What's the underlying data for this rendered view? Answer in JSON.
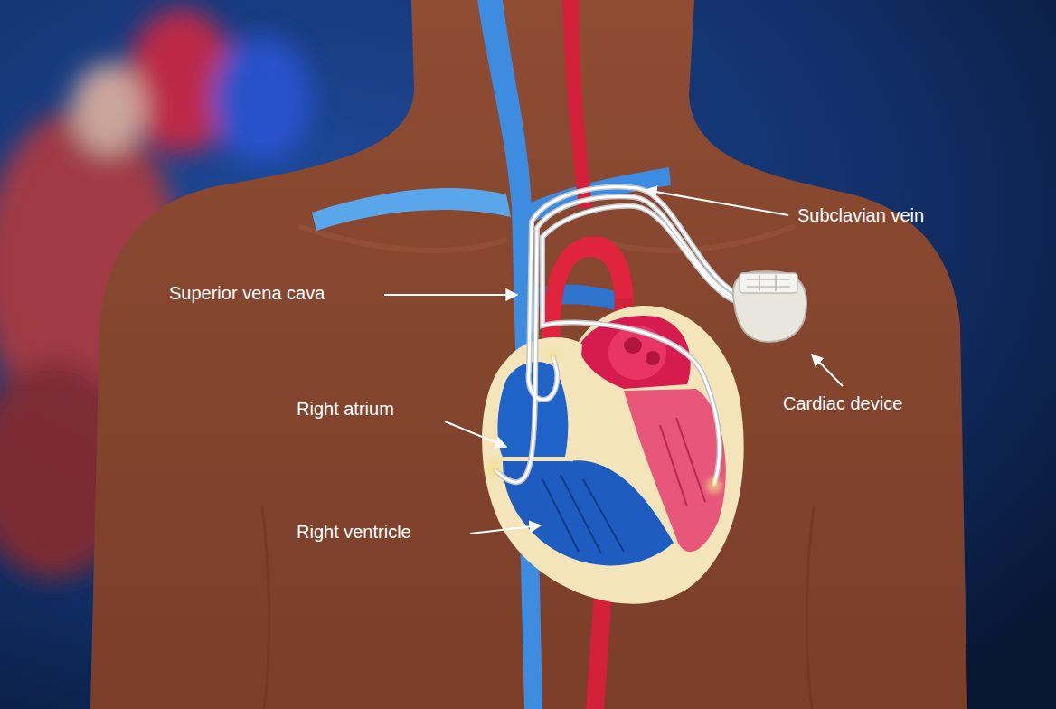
{
  "diagram": {
    "labels": [
      "Subclavian vein",
      "Superior vena cava",
      "Cardiac device",
      "Right atrium",
      "Right ventricle"
    ]
  }
}
